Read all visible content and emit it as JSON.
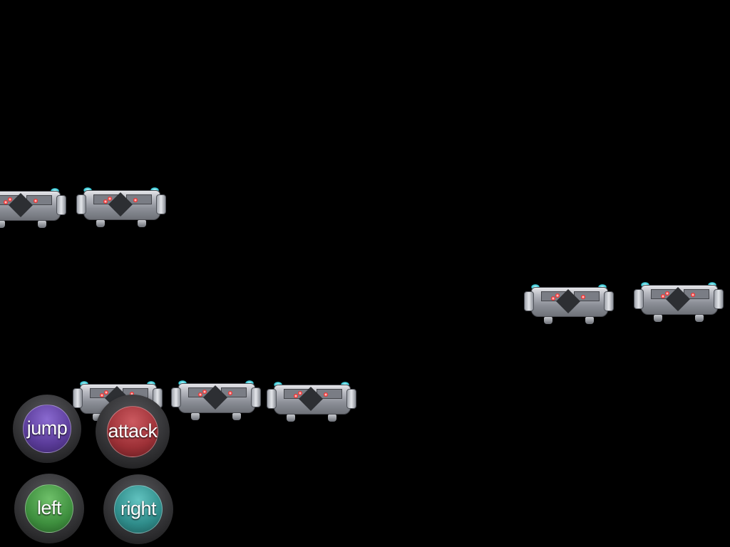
{
  "controls": {
    "jump": {
      "label": "jump",
      "color": "#5b3c9a"
    },
    "attack": {
      "label": "attack",
      "color": "#9c3036"
    },
    "left": {
      "label": "left",
      "color": "#3e8f3e"
    },
    "right": {
      "label": "right",
      "color": "#2f8c8a"
    }
  },
  "platform_count": 7
}
